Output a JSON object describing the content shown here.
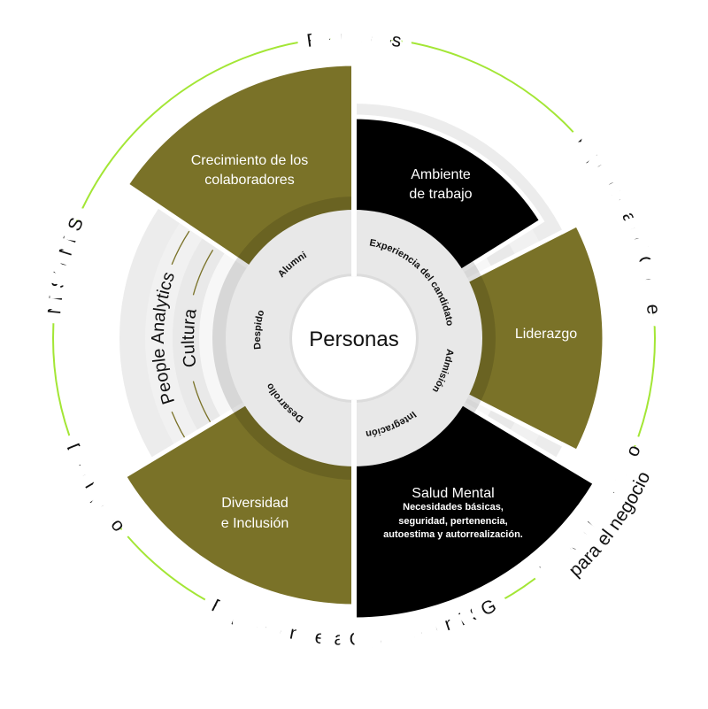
{
  "colors": {
    "olive": "#7a7228",
    "black": "#000000",
    "lime": "#a3e635",
    "gray": "#ececec",
    "inner_gray": "#e8e8e8"
  },
  "center": {
    "label": "Personas"
  },
  "outer_ring": {
    "resultados": "Resultados",
    "experiencia_cliente": "Experiencia del Cliente",
    "turnover_1": "Turnover adecuado",
    "turnover_2": "para el negocio",
    "reputacion": "Reputación de la Organización ESG",
    "desempeno": "Desempeño",
    "npsi": "NPSI eNPS"
  },
  "bands": {
    "people_analytics": "People Analytics",
    "cultura": "Cultura"
  },
  "segments": {
    "crecimiento": [
      "Crecimiento de los",
      "colaboradores"
    ],
    "ambiente": [
      "Ambiente",
      "de trabajo"
    ],
    "liderazgo": "Liderazgo",
    "salud": {
      "title": "Salud Mental",
      "lines": [
        "Necesidades básicas,",
        "seguridad, pertenencia,",
        "autoestima y autorrealización."
      ]
    },
    "diversidad": [
      "Diversidad",
      "e Inclusión"
    ]
  },
  "inner_ring": {
    "experiencia_candidato": "Experiencia del candidato",
    "admision": "Admisión",
    "integracion": "Integración",
    "desarrollo": "Desarrollo",
    "despido": "Despido",
    "alumni": "Alumni"
  }
}
